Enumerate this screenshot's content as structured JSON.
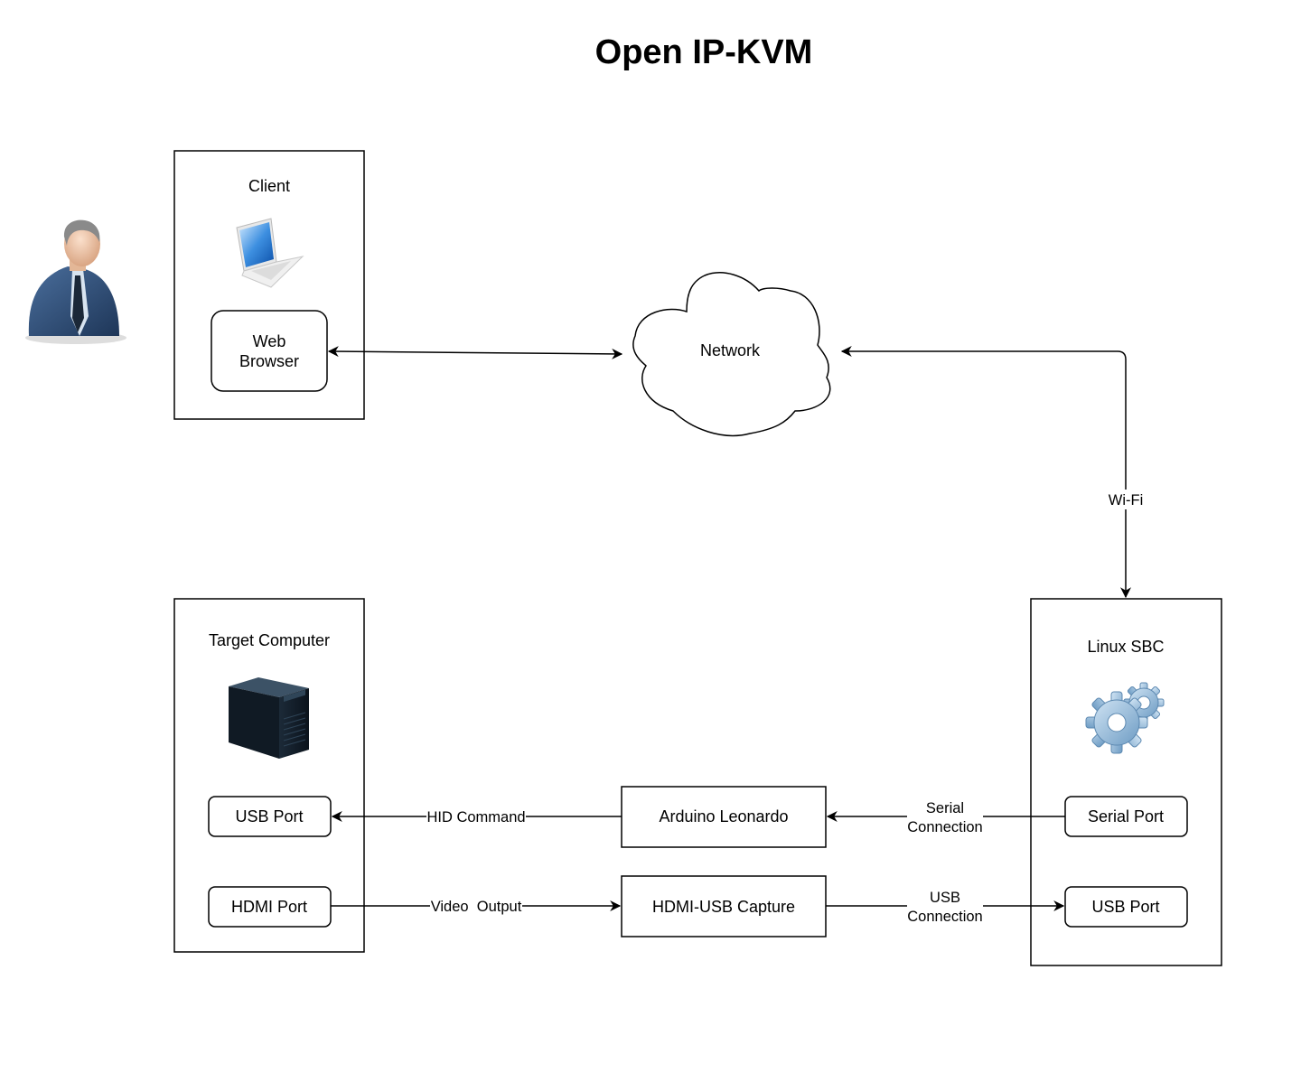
{
  "title": "Open IP-KVM",
  "client": {
    "title": "Client",
    "browser_line1": "Web",
    "browser_line2": "Browser"
  },
  "network": {
    "label": "Network"
  },
  "target": {
    "title": "Target Computer",
    "usb_port": "USB Port",
    "hdmi_port": "HDMI Port"
  },
  "sbc": {
    "title": "Linux SBC",
    "serial_port": "Serial Port",
    "usb_port": "USB Port"
  },
  "arduino": {
    "label": "Arduino Leonardo"
  },
  "capture": {
    "label": "HDMI-USB Capture"
  },
  "edges": {
    "wifi": "Wi-Fi",
    "hid": "HID Command",
    "video": "Video  Output",
    "serial_line1": "Serial",
    "serial_line2": "Connection",
    "usb_line1": "USB",
    "usb_line2": "Connection"
  },
  "icons": {
    "user": "user-icon",
    "laptop": "laptop-icon",
    "server": "server-tower-icon",
    "gears": "gears-icon"
  }
}
